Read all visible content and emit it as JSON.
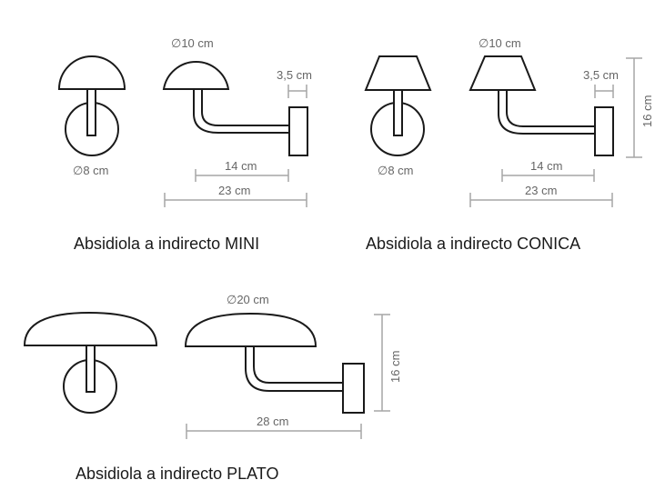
{
  "products": [
    {
      "name": "Absidiola a indirecto MINI",
      "front_base_diameter": "∅8 cm",
      "shade_diameter": "∅10 cm",
      "wall_plate_depth": "3,5 cm",
      "arm_length": "14 cm",
      "total_projection": "23 cm"
    },
    {
      "name": "Absidiola a indirecto CONICA",
      "front_base_diameter": "∅8 cm",
      "shade_diameter": "∅10 cm",
      "wall_plate_depth": "3,5 cm",
      "arm_length": "14 cm",
      "total_projection": "23 cm",
      "height": "16 cm"
    },
    {
      "name": "Absidiola a indirecto PLATO",
      "shade_diameter": "∅20 cm",
      "total_projection": "28 cm",
      "height": "16 cm"
    }
  ],
  "colors": {
    "outline": "#1a1a1a",
    "dimension_line": "#a6a6a6",
    "dimension_text": "#666666",
    "background": "#ffffff"
  }
}
